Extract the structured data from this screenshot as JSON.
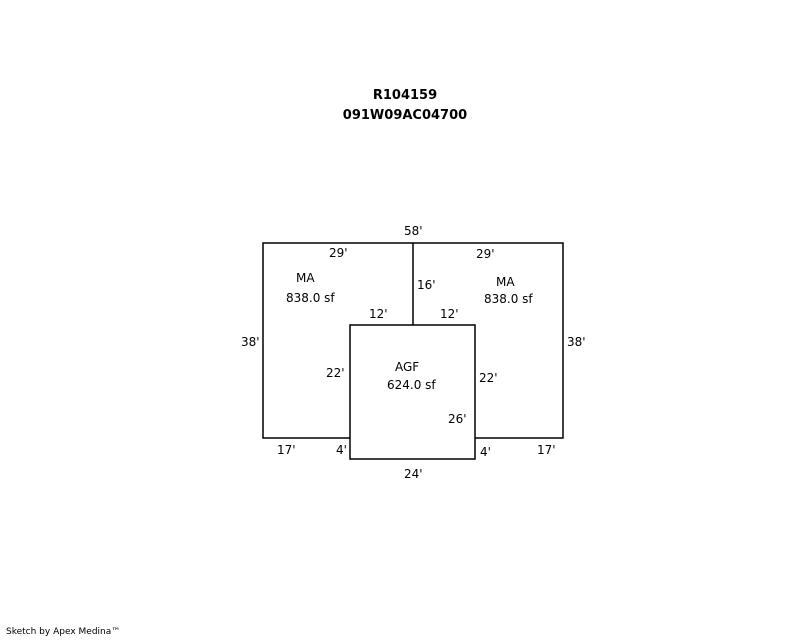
{
  "header": {
    "account": "R104159",
    "parcel": "091W09AC04700"
  },
  "sketch": {
    "dimensions": {
      "top_total": "58'",
      "top_left": "29'",
      "top_right": "29'",
      "left_side": "38'",
      "right_side": "38'",
      "center_wall": "16'",
      "agf_top_left": "12'",
      "agf_top_right": "12'",
      "agf_left": "22'",
      "agf_right": "22'",
      "agf_inner": "26'",
      "bottom_left": "17'",
      "bottom_right": "17'",
      "step_left": "4'",
      "step_right": "4'",
      "agf_bottom": "24'"
    },
    "areas": {
      "left": {
        "code": "MA",
        "size": "838.0 sf"
      },
      "right": {
        "code": "MA",
        "size": "838.0 sf"
      },
      "garage": {
        "code": "AGF",
        "size": "624.0 sf"
      }
    }
  },
  "footer": {
    "credit": "Sketch by Apex Medina™"
  }
}
